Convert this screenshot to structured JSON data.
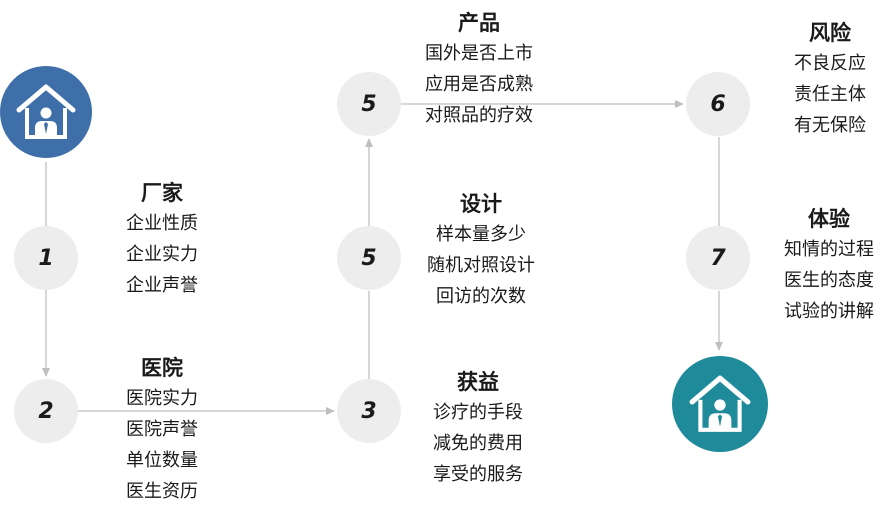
{
  "nodes": {
    "n1": "1",
    "n2": "2",
    "n3": "3",
    "n5a": "5",
    "n5b": "5",
    "n6": "6",
    "n7": "7"
  },
  "colors": {
    "start_house": "#3f6fa8",
    "end_house": "#1f8a9a",
    "node_fill": "#ededed",
    "connector": "#bfbfbf"
  },
  "icons": {
    "start": "house-person-icon",
    "end": "house-person-icon"
  },
  "blocks": {
    "manufacturer": {
      "title": "厂家",
      "lines": [
        "企业性质",
        "企业实力",
        "企业声誉"
      ]
    },
    "hospital": {
      "title": "医院",
      "lines": [
        "医院实力",
        "医院声誉",
        "单位数量",
        "医生资历"
      ]
    },
    "benefit": {
      "title": "获益",
      "lines": [
        "诊疗的手段",
        "减免的费用",
        "享受的服务"
      ]
    },
    "design": {
      "title": "设计",
      "lines": [
        "样本量多少",
        "随机对照设计",
        "回访的次数"
      ]
    },
    "product": {
      "title": "产品",
      "lines": [
        "国外是否上市",
        "应用是否成熟",
        "对照品的疗效"
      ]
    },
    "risk": {
      "title": "风险",
      "lines": [
        "不良反应",
        "责任主体",
        "有无保险"
      ]
    },
    "experience": {
      "title": "体验",
      "lines": [
        "知情的过程",
        "医生的态度",
        "试验的讲解"
      ]
    }
  }
}
